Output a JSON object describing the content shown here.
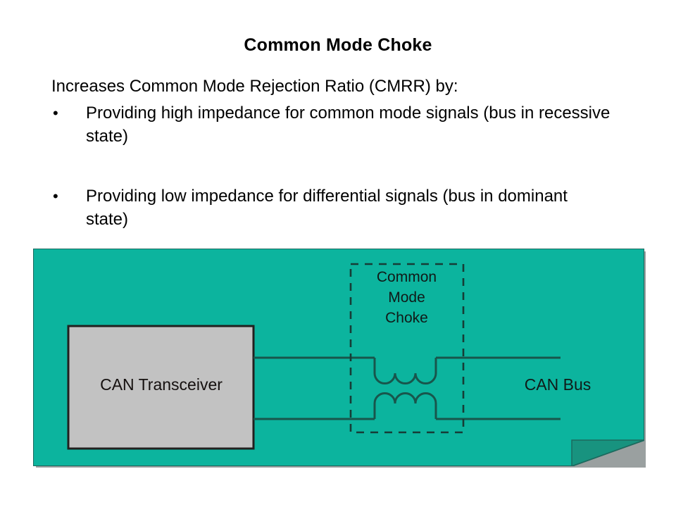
{
  "slide": {
    "title": "Common Mode Choke",
    "lead_line": "Increases Common Mode Rejection Ratio (CMRR) by:",
    "bullet_marker": "•",
    "bullets": [
      "Providing high impedance for common mode signals (bus in recessive state)",
      "Providing low impedance for differential signals (bus in dominant state)"
    ]
  },
  "diagram": {
    "transceiver_label": "CAN Transceiver",
    "bus_label": "CAN Bus",
    "choke_label_line1": "Common",
    "choke_label_line2": "Mode",
    "choke_label_line3": "Choke"
  },
  "colors": {
    "panel_fill": "#0cb49e",
    "panel_border": "#1c6a5e",
    "panel_shadow": "#9aa0a0",
    "fold_fill": "#18937f",
    "box_fill": "#c2c2c2",
    "box_border": "#22201f",
    "wire": "#18564c",
    "dash": "#173c36",
    "text": "#000000",
    "slide_bg": "#ffffff"
  }
}
